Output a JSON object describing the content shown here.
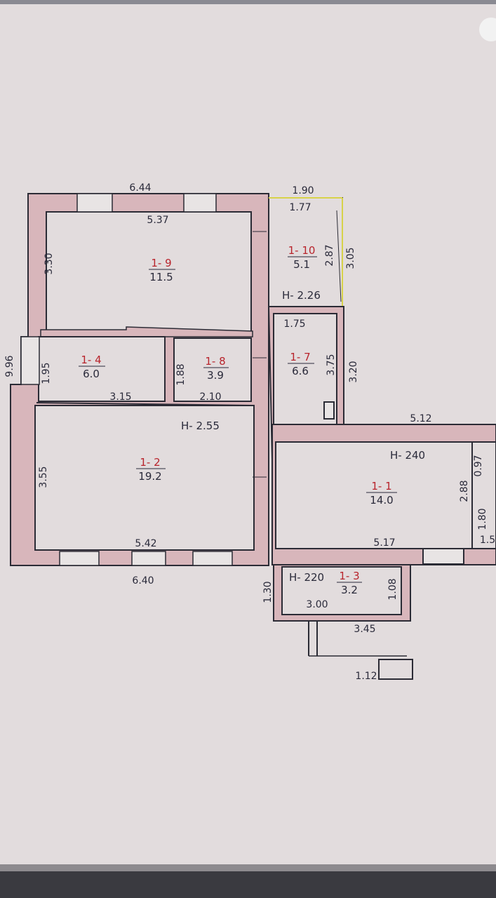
{
  "colors": {
    "paper": "#e2dcdd",
    "wall": "#2b2b35",
    "wall_fill": "#d8b6bb",
    "room_no": "#b8242c",
    "ink": "#2a2a3a",
    "marker_yellow": "#d7d24a"
  },
  "rooms": [
    {
      "no": "1- 9",
      "area": "11.5"
    },
    {
      "no": "1- 4",
      "area": "6.0"
    },
    {
      "no": "1- 8",
      "area": "3.9"
    },
    {
      "no": "1- 2",
      "area": "19.2"
    },
    {
      "no": "1- 10",
      "area": "5.1"
    },
    {
      "no": "1- 7",
      "area": "6.6"
    },
    {
      "no": "1- 1",
      "area": "14.0"
    },
    {
      "no": "1- 3",
      "area": "3.2"
    }
  ],
  "heights": {
    "main": "H- 2.55",
    "r10": "H- 2.26",
    "r1": "H- 240",
    "r3": "H- 220"
  },
  "dims": {
    "top_outer": "6.44",
    "top_inner": "5.37",
    "r9_h": "3.30",
    "left_outer": "9.96",
    "r4_h": "1.95",
    "r4_w": "3.15",
    "r8_h": "1.88",
    "r8_w": "2.10",
    "r2_h": "3.55",
    "bot_inner": "5.42",
    "bot_outer": "6.40",
    "r10_outer": "1.90",
    "r10_inner": "1.77",
    "r10_h": "2.87",
    "r10_outer_h": "3.05",
    "r7_w": "1.75",
    "r7_h": "3.75",
    "r7_outer_h": "3.20",
    "ext_outer": "5.12",
    "r1_w": "5.17",
    "r1_h": "2.88",
    "side_a": "0.97",
    "side_b": "1.80",
    "side_c": "1.5",
    "r3_left": "1.30",
    "r3_right": "1.08",
    "r3_w": "3.00",
    "r3_outer": "3.45",
    "step": "1.12"
  }
}
